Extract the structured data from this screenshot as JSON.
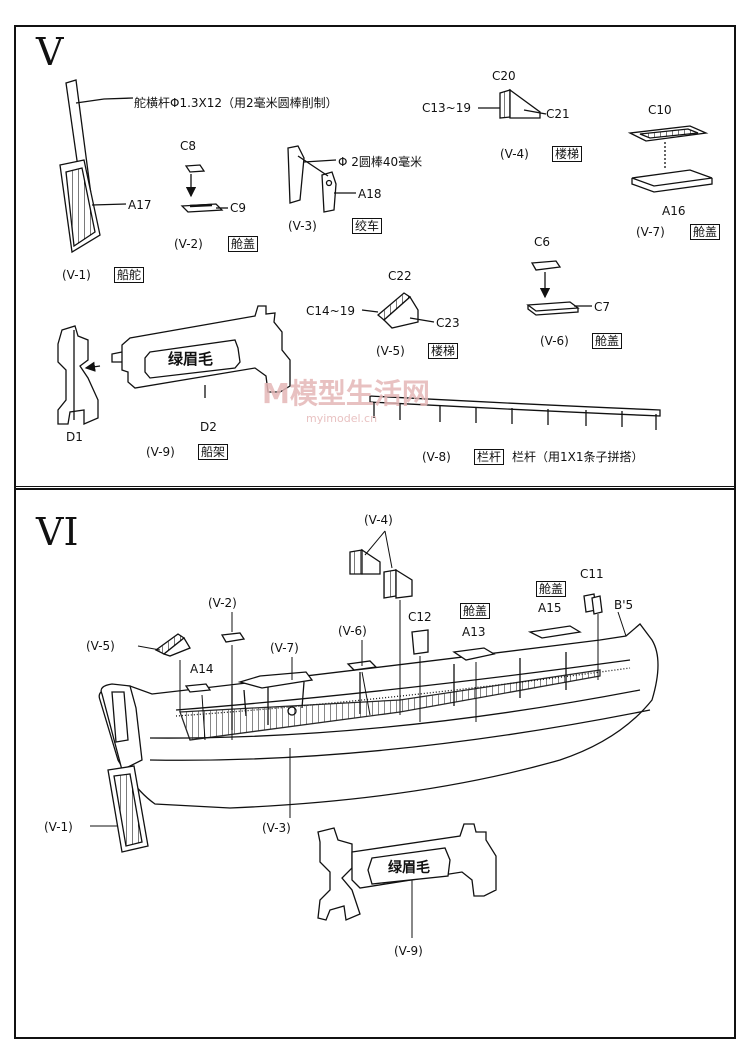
{
  "section_v": {
    "title": "V",
    "rudder": {
      "tiller_note": "舵横杆Φ1.3X12（用2毫米圆棒削制）",
      "part": "A17",
      "step": "(V-1)",
      "step_name": "船舵"
    },
    "hatch2": {
      "top": "C8",
      "bottom": "C9",
      "step": "(V-2)",
      "step_name": "舱盖"
    },
    "winch": {
      "note": "Φ 2圆棒40毫米",
      "part": "A18",
      "step": "(V-3)",
      "step_name": "绞车"
    },
    "ladder4": {
      "top": "C20",
      "left": "C13~19",
      "right": "C21",
      "step": "(V-4)",
      "step_name": "楼梯"
    },
    "hatch7": {
      "top": "C10",
      "bottom": "A16",
      "step": "(V-7)",
      "step_name": "舱盖"
    },
    "ladder5": {
      "top": "C22",
      "left": "C14~19",
      "right": "C23",
      "step": "(V-5)",
      "step_name": "楼梯"
    },
    "hatch6": {
      "top": "C6",
      "bottom": "C7",
      "step": "(V-6)",
      "step_name": "舱盖"
    },
    "stand": {
      "name_plate": "绿眉毛",
      "left": "D1",
      "center": "D2",
      "step": "(V-9)",
      "step_name": "船架"
    },
    "railing": {
      "step": "(V-8)",
      "step_name": "栏杆",
      "note": "栏杆（用1X1条子拼搭）"
    }
  },
  "section_vi": {
    "title": "VI",
    "labels": {
      "v4": "(V-4)",
      "v2": "(V-2)",
      "v7": "(V-7)",
      "v5": "(V-5)",
      "v6": "(V-6)",
      "a14": "A14",
      "c12": "C12",
      "hatch_a13": "舱盖",
      "a13": "A13",
      "hatch_a15": "舱盖",
      "a15": "A15",
      "c11": "C11",
      "b5": "B'5",
      "v1": "(V-1)",
      "v3": "(V-3)",
      "v9": "(V-9)"
    },
    "stand_plate": "绿眉毛"
  },
  "watermark": {
    "main": "M模型生活网",
    "url": "myimodel.cn"
  }
}
